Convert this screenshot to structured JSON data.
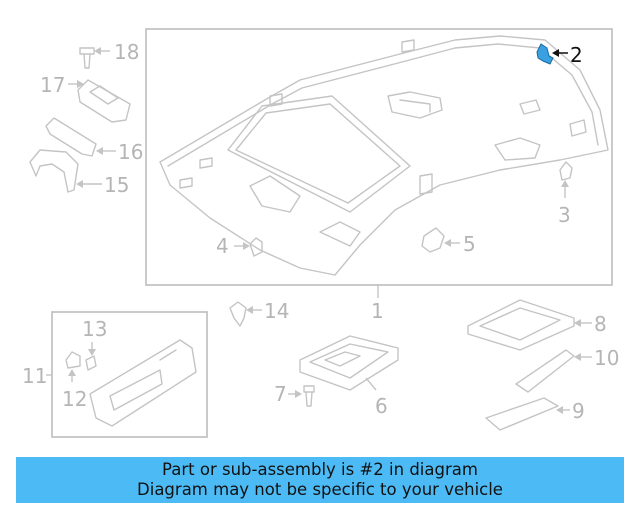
{
  "diagram": {
    "callouts": [
      "1",
      "2",
      "3",
      "4",
      "5",
      "6",
      "7",
      "8",
      "9",
      "10",
      "11",
      "12",
      "13",
      "14",
      "15",
      "16",
      "17",
      "18"
    ],
    "highlighted_part": "2",
    "highlight_color": "#3aa0e0"
  },
  "banner": {
    "line1": "Part or sub-assembly is #2 in diagram",
    "line2": "Diagram may not be specific to your vehicle",
    "background": "#4cbbf5"
  }
}
